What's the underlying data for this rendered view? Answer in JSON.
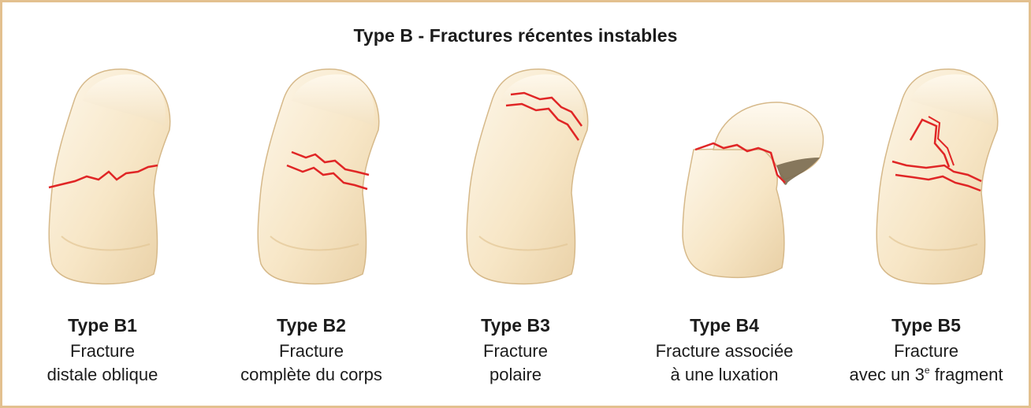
{
  "title": "Type B - Fractures récentes instables",
  "colors": {
    "border": "#e3c08f",
    "bone_light": "#fbf2de",
    "bone_shadow": "#e8cfa4",
    "fracture_line": "#e02626"
  },
  "types": [
    {
      "name": "Type B1",
      "line1": "Fracture",
      "line2": "distale oblique"
    },
    {
      "name": "Type B2",
      "line1": "Fracture",
      "line2": "complète du corps"
    },
    {
      "name": "Type B3",
      "line1": "Fracture",
      "line2": "polaire"
    },
    {
      "name": "Type B4",
      "line1": "Fracture associée",
      "line2": "à une luxation"
    },
    {
      "name": "Type B5",
      "line1": "Fracture",
      "line2_pre": "avec un 3",
      "line2_sup": "e",
      "line2_post": " fragment"
    }
  ]
}
